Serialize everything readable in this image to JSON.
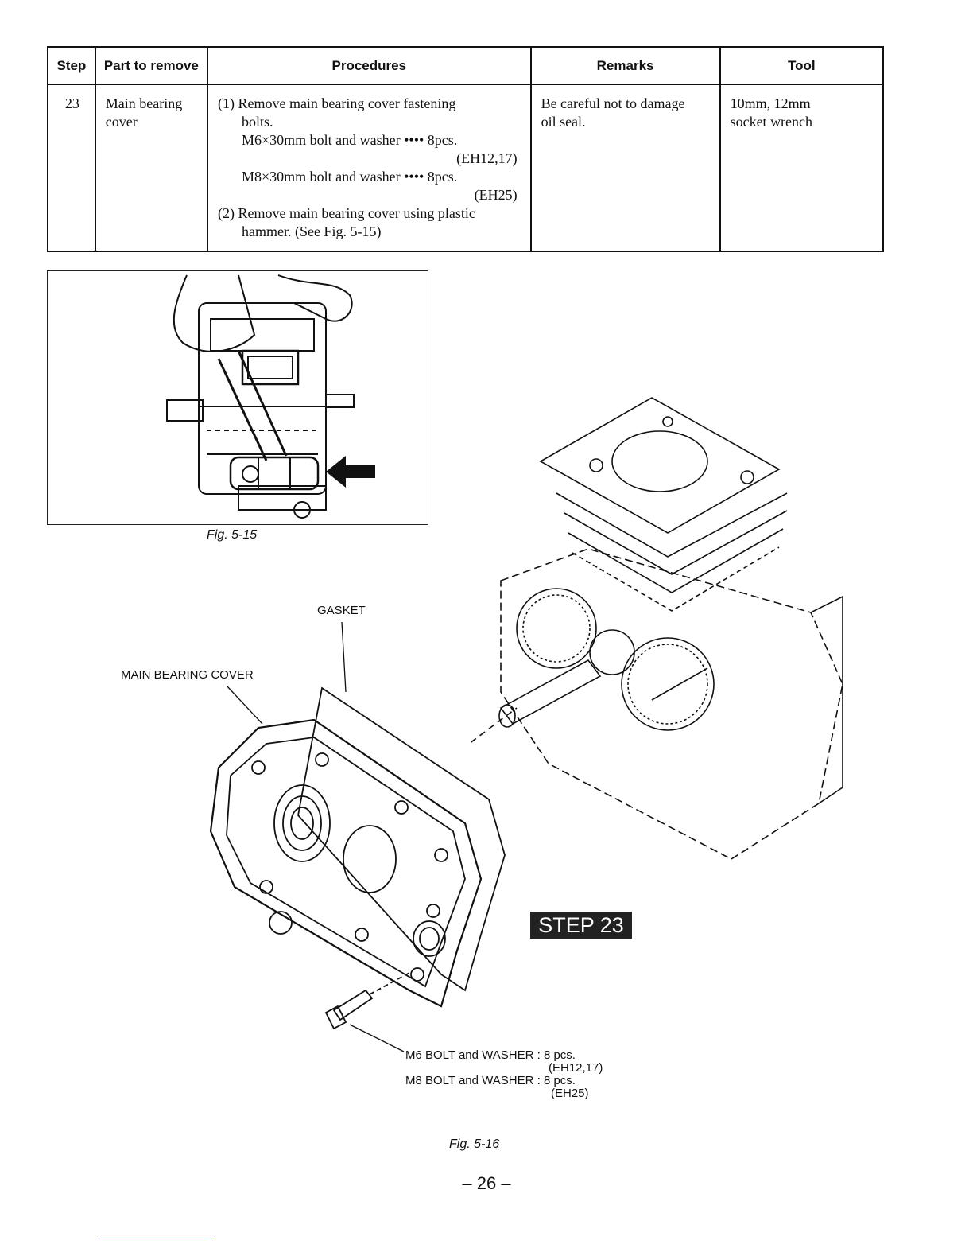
{
  "table": {
    "headers": [
      "Step",
      "Part to remove",
      "Procedures",
      "Remarks",
      "Tool"
    ],
    "row": {
      "step": "23",
      "part": [
        "Main bearing",
        "cover"
      ],
      "procedures": [
        {
          "text": "(1) Remove main bearing cover fastening",
          "cls": ""
        },
        {
          "text": "bolts.",
          "cls": "ind1"
        },
        {
          "text": "M6×30mm bolt and washer •••• 8pcs.",
          "cls": "ind2"
        },
        {
          "text": "(EH12,17)",
          "cls": "right"
        },
        {
          "text": "M8×30mm bolt and washer •••• 8pcs.",
          "cls": "ind2"
        },
        {
          "text": "(EH25)",
          "cls": "right"
        },
        {
          "text": "(2) Remove main bearing cover using plastic",
          "cls": ""
        },
        {
          "text": "hammer. (See Fig. 5-15)",
          "cls": "ind1"
        }
      ],
      "remarks": [
        "Be careful not to damage",
        "oil seal."
      ],
      "tool": [
        "10mm, 12mm",
        "socket wrench"
      ]
    }
  },
  "figures": {
    "fig15_caption": "Fig. 5-15",
    "fig16_caption": "Fig. 5-16",
    "labels": {
      "gasket": "GASKET",
      "main_bearing_cover": "MAIN BEARING COVER",
      "m6_bolt": "M6 BOLT and WASHER : 8 pcs.",
      "m6_models": "(EH12,17)",
      "m8_bolt": "M8 BOLT and WASHER : 8 pcs.",
      "m8_models": "(EH25)"
    },
    "step_badge": "STEP 23"
  },
  "page_number": "– 26 –"
}
